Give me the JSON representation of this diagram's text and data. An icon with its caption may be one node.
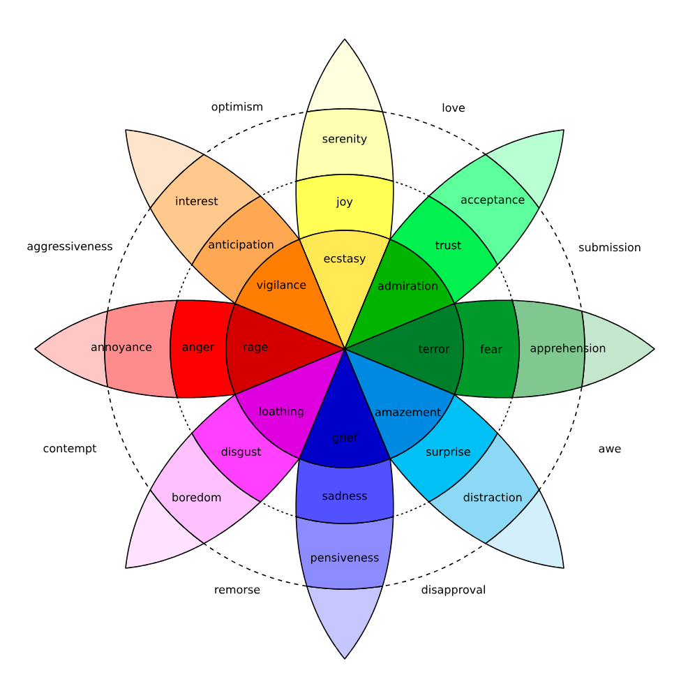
{
  "diagram": {
    "nodes": [
      {
        "text": [
          "serenity"
        ]
      },
      {
        "text": [
          "joy"
        ]
      },
      {
        "text": [
          "ecstasy"
        ]
      },
      {
        "text": [
          "acceptance"
        ]
      },
      {
        "text": [
          "trust"
        ]
      },
      {
        "text": [
          "admiration"
        ]
      },
      {
        "text": [
          "apprehension"
        ]
      },
      {
        "text": [
          "fear"
        ]
      },
      {
        "text": [
          "terror"
        ]
      },
      {
        "text": [
          "distraction"
        ]
      },
      {
        "text": [
          "surprise"
        ]
      },
      {
        "text": [
          "amazement"
        ]
      },
      {
        "text": [
          "pensiveness"
        ]
      },
      {
        "text": [
          "sadness"
        ]
      },
      {
        "text": [
          "grief"
        ]
      },
      {
        "text": [
          "boredom"
        ]
      },
      {
        "text": [
          "disgust"
        ]
      },
      {
        "text": [
          "loathing"
        ]
      },
      {
        "text": [
          "annoyance"
        ]
      },
      {
        "text": [
          "anger"
        ]
      },
      {
        "text": [
          "rage"
        ]
      },
      {
        "text": [
          "interest"
        ]
      },
      {
        "text": [
          "anticipation"
        ]
      },
      {
        "text": [
          "vigilance"
        ]
      }
    ],
    "labels": [
      "optimism",
      "love",
      "aggressiveness",
      "submission",
      "contempt",
      "awe",
      "remorse",
      "disapproval"
    ]
  }
}
